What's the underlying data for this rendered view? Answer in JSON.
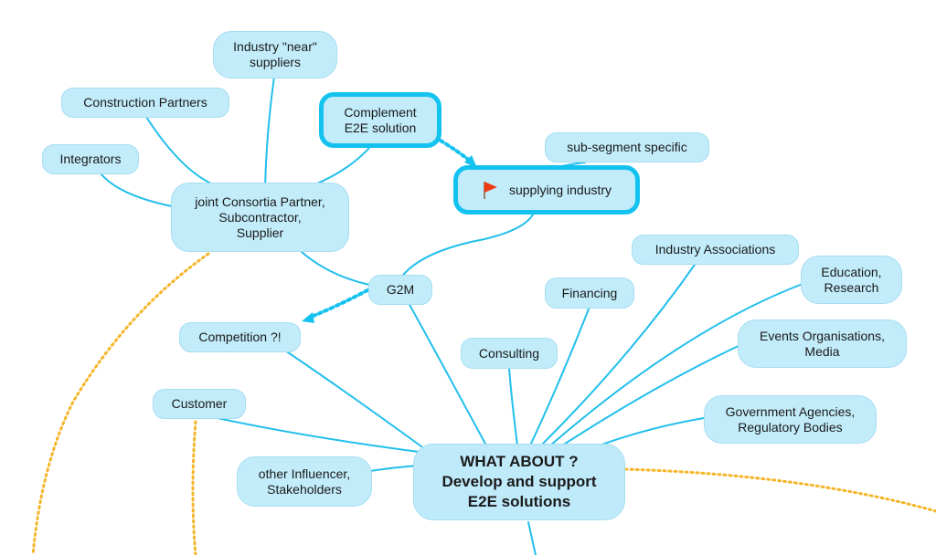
{
  "map": {
    "center": "WHAT ABOUT ?\nDevelop and support\nE2E solutions",
    "topics": {
      "industry_near_suppliers": "Industry \"near\"\nsuppliers",
      "construction_partners": "Construction Partners",
      "integrators": "Integrators",
      "complement_e2e": "Complement\nE2E solution",
      "sub_segment": "sub-segment specific",
      "supplying_industry": "supplying industry",
      "joint_consortia": "joint Consortia Partner,\nSubcontractor,\nSupplier",
      "g2m": "G2M",
      "competition": "Competition ?!",
      "customer": "Customer",
      "other_influencer": "other Influencer,\nStakeholders",
      "consulting": "Consulting",
      "financing": "Financing",
      "industry_associations": "Industry Associations",
      "education_research": "Education,\nResearch",
      "events_media": "Events Organisations,\nMedia",
      "government_agencies": "Government Agencies,\nRegulatory Bodies"
    }
  },
  "colors": {
    "node_fill": "#c2ecfa",
    "connector": "#22bfec",
    "relationship": "#f5b52a",
    "highlight_border": "#14c2ef",
    "flag": "#f03c14"
  },
  "icons": {
    "supplying_industry": "red-flag-icon"
  }
}
